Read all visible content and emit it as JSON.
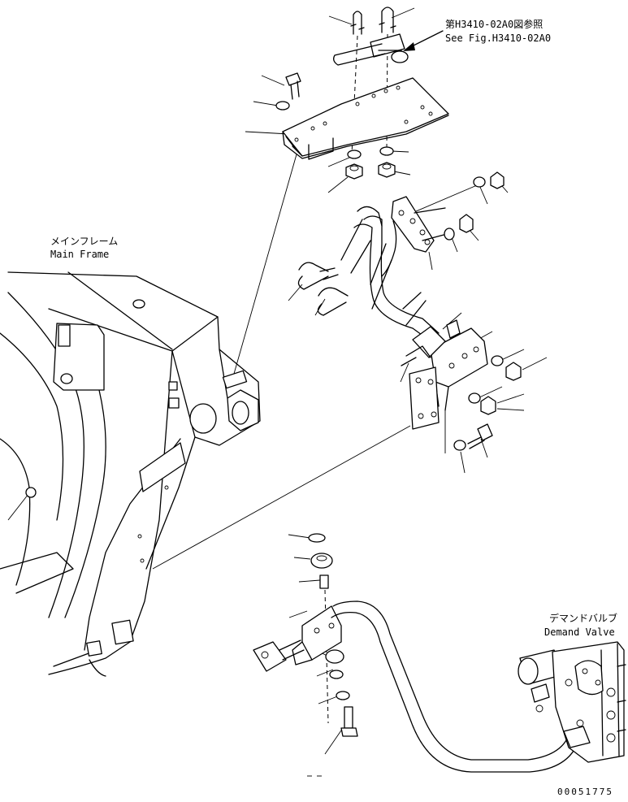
{
  "labels": {
    "reference_jp": "第H3410-02A0図参照",
    "reference_en": "See Fig.H3410-02A0",
    "main_frame_jp": "メインフレーム",
    "main_frame_en": "Main Frame",
    "demand_valve_jp": "デマンドバルブ",
    "demand_valve_en": "Demand Valve",
    "drawing_number": "00051775"
  }
}
